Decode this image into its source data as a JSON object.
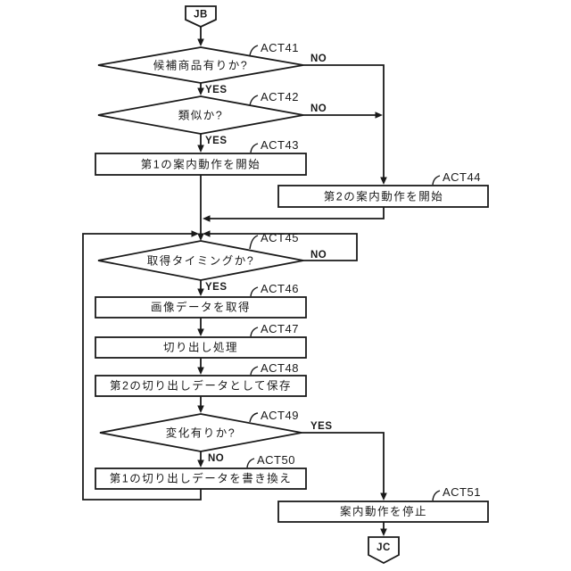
{
  "diagram": {
    "colors": {
      "ink": "#1a1a1a",
      "background": "#ffffff"
    },
    "terminals": {
      "start": "JB",
      "end": "JC"
    },
    "labels": {
      "yes": "YES",
      "no": "NO"
    },
    "nodes": {
      "act41": {
        "tag": "ACT41",
        "text": "候補商品有りか?",
        "type": "decision"
      },
      "act42": {
        "tag": "ACT42",
        "text": "類似か?",
        "type": "decision"
      },
      "act43": {
        "tag": "ACT43",
        "text": "第1の案内動作を開始",
        "type": "process"
      },
      "act44": {
        "tag": "ACT44",
        "text": "第2の案内動作を開始",
        "type": "process"
      },
      "act45": {
        "tag": "ACT45",
        "text": "取得タイミングか?",
        "type": "decision"
      },
      "act46": {
        "tag": "ACT46",
        "text": "画像データを取得",
        "type": "process"
      },
      "act47": {
        "tag": "ACT47",
        "text": "切り出し処理",
        "type": "process"
      },
      "act48": {
        "tag": "ACT48",
        "text": "第2の切り出しデータとして保存",
        "type": "process"
      },
      "act49": {
        "tag": "ACT49",
        "text": "変化有りか?",
        "type": "decision"
      },
      "act50": {
        "tag": "ACT50",
        "text": "第1の切り出しデータを書き換え",
        "type": "process"
      },
      "act51": {
        "tag": "ACT51",
        "text": "案内動作を停止",
        "type": "process"
      }
    }
  }
}
